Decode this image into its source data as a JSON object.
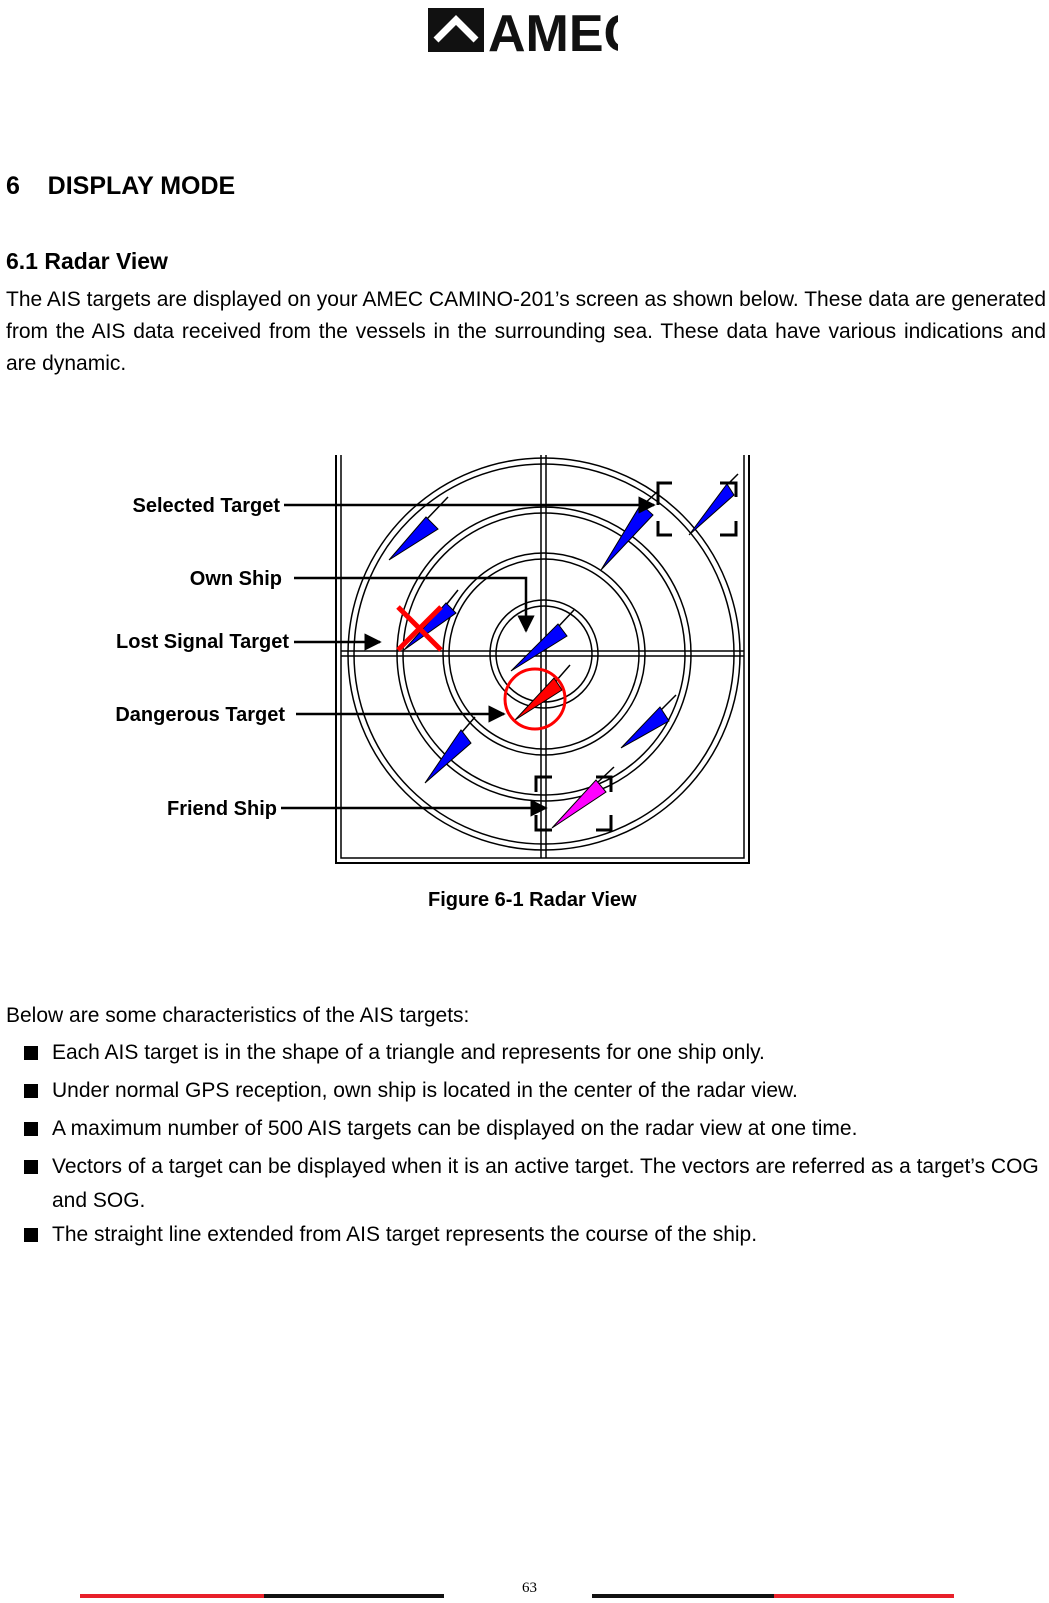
{
  "header": {
    "logo_text": "AMEC",
    "logo_icon": "chevron-box-icon"
  },
  "section": {
    "number": "6",
    "title": "DISPLAY MODE",
    "heading": "6    DISPLAY MODE"
  },
  "subsection": {
    "title": "6.1 Radar View"
  },
  "intro": {
    "text": "The AIS targets are displayed on your AMEC CAMINO-201’s screen as shown below. These data are generated from the AIS data received from the vessels in the surrounding sea. These data have various indications and are dynamic."
  },
  "figure": {
    "labels": {
      "selected_target": "Selected Target",
      "own_ship": "Own  Ship",
      "lost_signal_target": "Lost Signal Target",
      "dangerous_target": "Dangerous  Target",
      "friend_ship": "Friend  Ship"
    },
    "caption": "Figure 6-1 Radar View",
    "colors": {
      "target": "#0000ff",
      "dangerous": "#ff0000",
      "friend": "#ff00ff",
      "lost_mark": "#ff0000"
    }
  },
  "characteristics": {
    "intro": "Below are some characteristics of the AIS targets:",
    "items": [
      "Each AIS target is in the shape of a triangle and represents for one ship only.",
      "Under normal GPS reception, own ship is located in the center of the radar view.",
      "A maximum number of 500 AIS targets can be displayed on the radar view at one time.",
      "Vectors of a target can be displayed when it is an active target. The vectors are referred as a target’s COG and SOG.",
      "The straight line extended from AIS target represents the course of the ship."
    ]
  },
  "footer": {
    "page_number": "63",
    "colors": {
      "red": "#e8202a",
      "black": "#111111"
    }
  }
}
